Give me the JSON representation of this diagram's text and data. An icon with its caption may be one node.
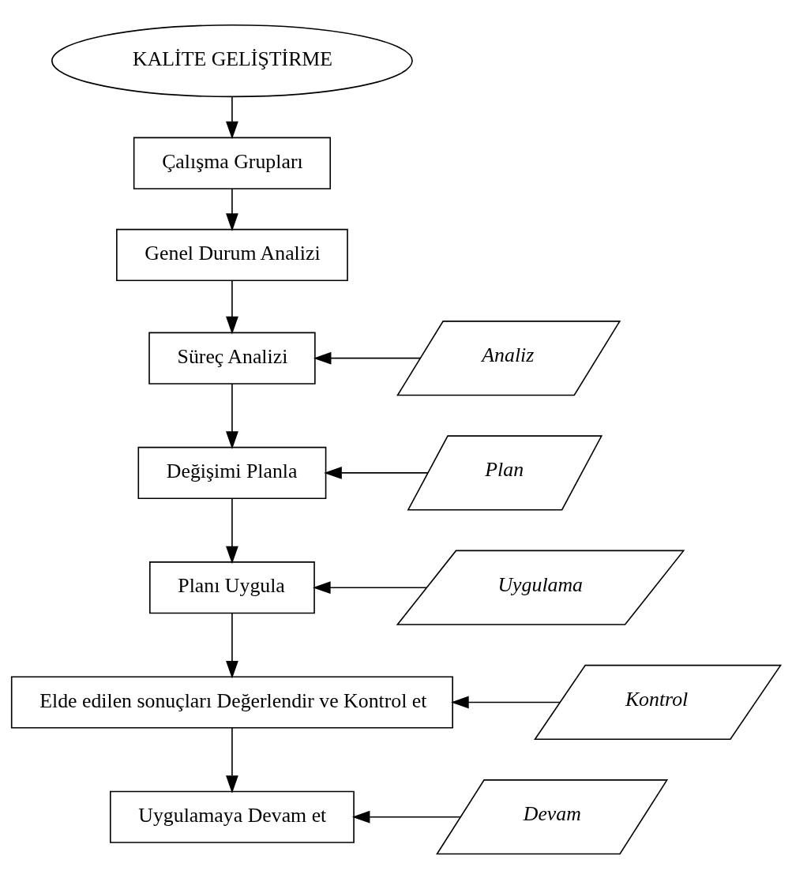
{
  "diagram": {
    "nodes": [
      {
        "text": [
          "KALİTE GELİŞTİRME"
        ]
      },
      {
        "text": [
          "Çalışma Grupları"
        ]
      },
      {
        "text": [
          "Genel Durum Analizi"
        ]
      },
      {
        "text": [
          "Analiz"
        ]
      },
      {
        "text": [
          "Süreç Analizi"
        ]
      },
      {
        "text": [
          "Plan"
        ]
      },
      {
        "text": [
          "Değişimi Planla"
        ]
      },
      {
        "text": [
          "Uygulama"
        ]
      },
      {
        "text": [
          "Planı Uygula"
        ]
      },
      {
        "text": [
          "Kontrol"
        ]
      },
      {
        "text": [
          "Elde edilen sonuçları Değerlendir ve Kontrol et"
        ]
      },
      {
        "text": [
          "Devam"
        ]
      },
      {
        "text": [
          "Uygulamaya Devam et"
        ]
      }
    ],
    "edges": [
      {
        "from": 0,
        "to": 1,
        "arrow": "to"
      },
      {
        "from": 1,
        "to": 2,
        "arrow": "to"
      },
      {
        "from": 2,
        "to": 4,
        "arrow": "to"
      },
      {
        "from": 3,
        "to": 4,
        "arrow": "to"
      },
      {
        "from": 4,
        "to": 6,
        "arrow": "to"
      },
      {
        "from": 5,
        "to": 6,
        "arrow": "to"
      },
      {
        "from": 6,
        "to": 8,
        "arrow": "to"
      },
      {
        "from": 7,
        "to": 8,
        "arrow": "to"
      },
      {
        "from": 8,
        "to": 10,
        "arrow": "to"
      },
      {
        "from": 9,
        "to": 10,
        "arrow": "to"
      },
      {
        "from": 10,
        "to": 12,
        "arrow": "to"
      },
      {
        "from": 11,
        "to": 12,
        "arrow": "to"
      }
    ]
  }
}
